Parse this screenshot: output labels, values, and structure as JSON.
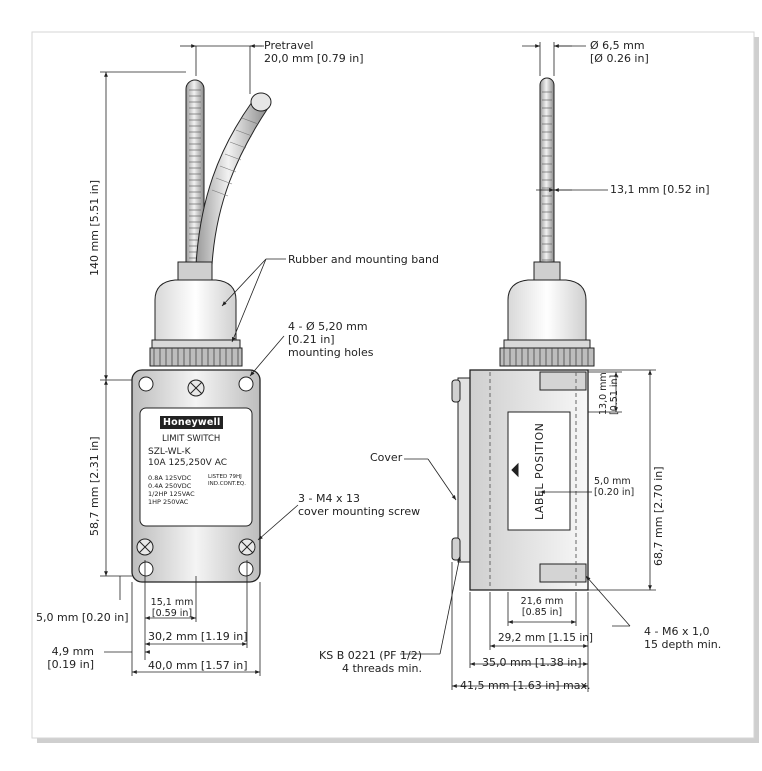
{
  "drawing": {
    "pretravel": [
      "Pretravel",
      "20,0 mm [0.79 in]"
    ],
    "height_140": "140 mm [5.51 in]",
    "rubber_band": "Rubber and mounting band",
    "mounting_holes": [
      "4 - Ø 5,20 mm",
      "[0.21 in]",
      "mounting holes"
    ],
    "height_58_7": "58,7 mm [2.31 in]",
    "cover_screw": [
      "3 - M4 x 13",
      "cover mounting screw"
    ],
    "dim_5_0": "5,0 mm [0.20 in]",
    "dim_15_1": [
      "15,1 mm",
      "[0.59 in]"
    ],
    "dim_4_9": [
      "4,9 mm",
      "[0.19 in]"
    ],
    "dim_30_2": "30,2 mm [1.19 in]",
    "dim_40_0": "40,0 mm [1.57 in]",
    "dia_6_5": [
      "Ø 6,5 mm",
      "[Ø 0.26 in]"
    ],
    "dim_13_1": "13,1 mm [0.52 in]",
    "cover": "Cover",
    "dim_13_0": [
      "13,0 mm",
      "[0.51 in]"
    ],
    "label_position": "LABEL POSITION",
    "dim_5_0_side": [
      "5,0 mm",
      "[0.20 in]"
    ],
    "height_68_7": "68,7 mm [2.70 in]",
    "dim_21_6": [
      "21,6 mm",
      "[0.85 in]"
    ],
    "dim_29_2": "29,2 mm [1.15 in]",
    "m6": [
      "4 - M6 x 1,0",
      "15 depth min."
    ],
    "ks": [
      "KS B 0221 (PF 1/2)",
      "4 threads min."
    ],
    "dim_35_0": "35,0 mm [1.38 in]",
    "dim_41_5": "41,5 mm [1.63 in] max."
  },
  "plate": {
    "brand": "Honeywell",
    "title": "LIMIT SWITCH",
    "model": "SZL-WL-K",
    "rating": "10A    125,250V  AC",
    "ratings": [
      "0.8A  125VDC",
      "0.4A  250VDC",
      "1/2HP 125VAC",
      "1HP  250VAC"
    ],
    "cert": [
      "LISTED 79HJ",
      "IND.CONT.EQ."
    ]
  }
}
